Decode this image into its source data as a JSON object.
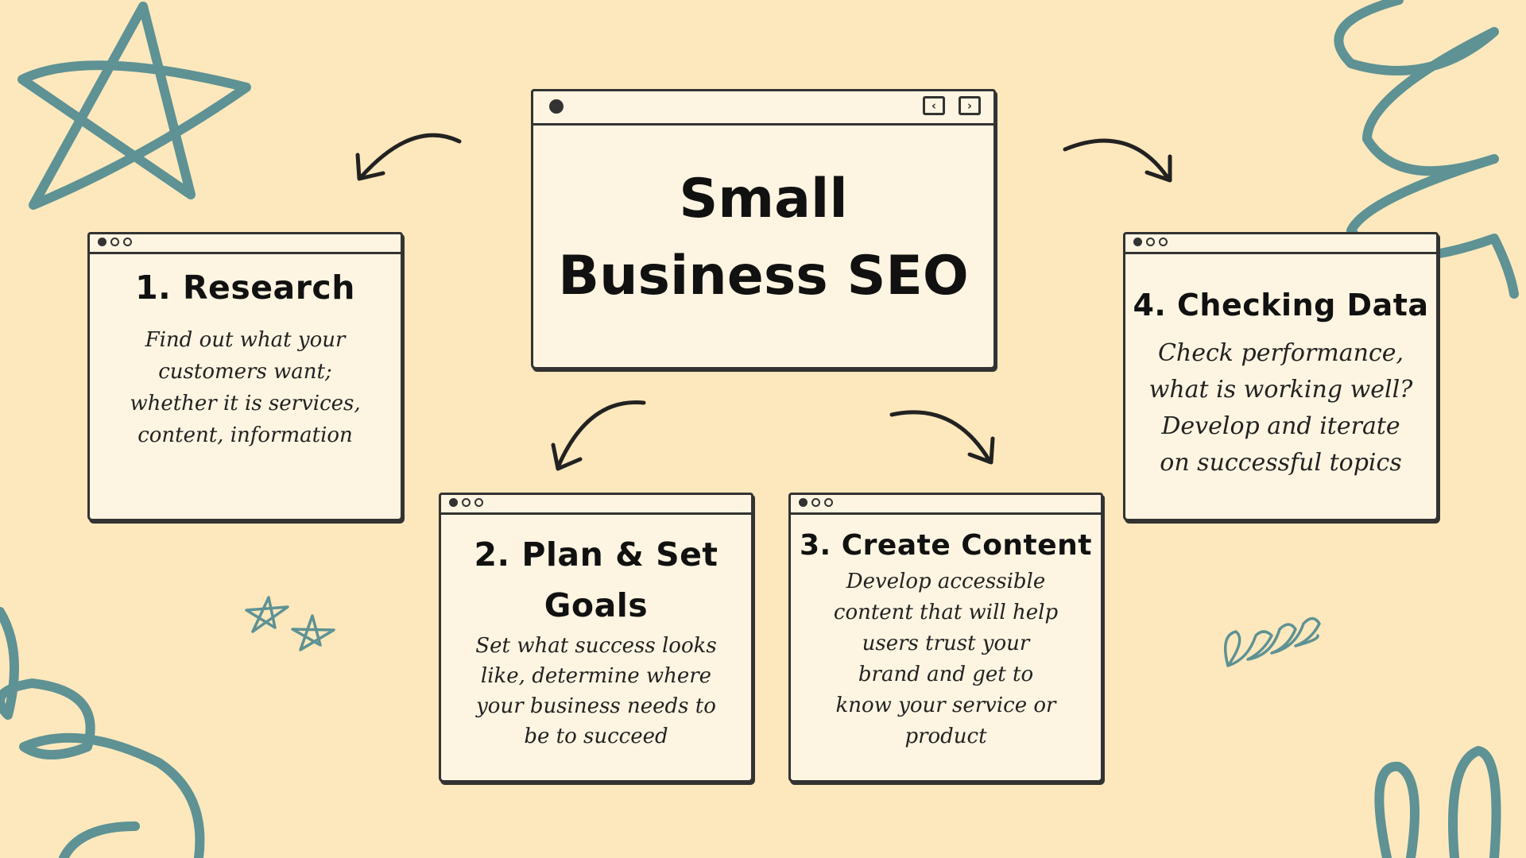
{
  "title": {
    "line1": "Small",
    "line2": "Business SEO"
  },
  "steps": [
    {
      "title": "1.  Research",
      "body": [
        "Find out what your",
        "customers want;",
        "whether it is services,",
        "content, information"
      ]
    },
    {
      "title_line1": "2. Plan & Set",
      "title_line2": "Goals",
      "body": [
        "Set what success looks",
        "like, determine where",
        "your business needs to",
        "be to succeed"
      ]
    },
    {
      "title": "3. Create Content",
      "body": [
        "Develop accessible",
        "content that will help",
        "users trust your",
        "brand and get to",
        "know your service or",
        "product"
      ]
    },
    {
      "title": "4. Checking Data",
      "body": [
        "Check performance,",
        "what is working well?",
        "Develop and iterate",
        "on successful topics"
      ]
    }
  ],
  "nav": {
    "back_icon": "chevron-left-icon",
    "forward_icon": "chevron-right-icon",
    "back_glyph": "‹",
    "forward_glyph": "›"
  },
  "colors": {
    "background": "#fde8bd",
    "card": "#fdf5e2",
    "decoration": "#5e9294",
    "ink": "#333333"
  }
}
